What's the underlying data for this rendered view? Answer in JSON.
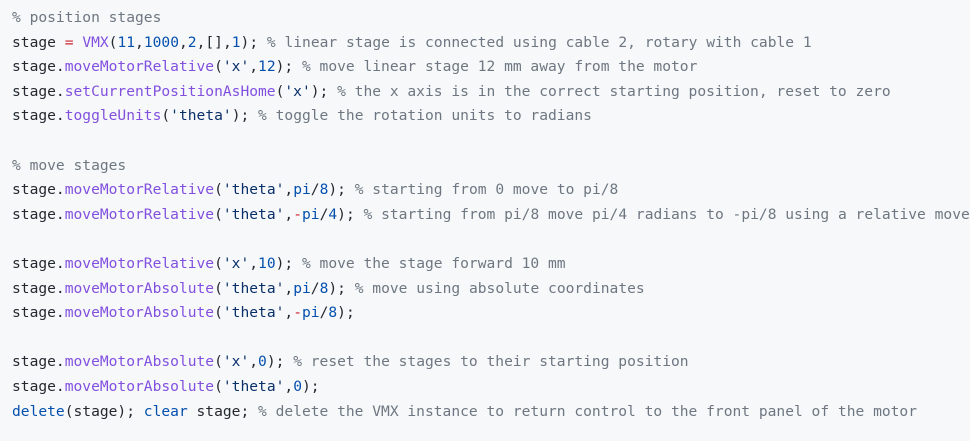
{
  "colors": {
    "background": "#f6f8fa",
    "default": "#24292f",
    "comment": "#6e7781",
    "function": "#8250df",
    "keyword": "#0550ae",
    "string": "#0a3069",
    "number": "#0550ae",
    "operator": "#cf222e"
  },
  "code_lines": [
    [
      {
        "t": "comment",
        "v": "% position stages"
      }
    ],
    [
      {
        "t": "default",
        "v": "stage "
      },
      {
        "t": "operator",
        "v": "="
      },
      {
        "t": "default",
        "v": " "
      },
      {
        "t": "function",
        "v": "VMX"
      },
      {
        "t": "default",
        "v": "("
      },
      {
        "t": "number",
        "v": "11"
      },
      {
        "t": "default",
        "v": ","
      },
      {
        "t": "number",
        "v": "1000"
      },
      {
        "t": "default",
        "v": ","
      },
      {
        "t": "number",
        "v": "2"
      },
      {
        "t": "default",
        "v": ",[],"
      },
      {
        "t": "number",
        "v": "1"
      },
      {
        "t": "default",
        "v": "); "
      },
      {
        "t": "comment",
        "v": "% linear stage is connected using cable 2, rotary with cable 1"
      }
    ],
    [
      {
        "t": "default",
        "v": "stage."
      },
      {
        "t": "function",
        "v": "moveMotorRelative"
      },
      {
        "t": "default",
        "v": "("
      },
      {
        "t": "string",
        "v": "'x'"
      },
      {
        "t": "default",
        "v": ","
      },
      {
        "t": "number",
        "v": "12"
      },
      {
        "t": "default",
        "v": "); "
      },
      {
        "t": "comment",
        "v": "% move linear stage 12 mm away from the motor"
      }
    ],
    [
      {
        "t": "default",
        "v": "stage."
      },
      {
        "t": "function",
        "v": "setCurrentPositionAsHome"
      },
      {
        "t": "default",
        "v": "("
      },
      {
        "t": "string",
        "v": "'x'"
      },
      {
        "t": "default",
        "v": "); "
      },
      {
        "t": "comment",
        "v": "% the x axis is in the correct starting position, reset to zero"
      }
    ],
    [
      {
        "t": "default",
        "v": "stage."
      },
      {
        "t": "function",
        "v": "toggleUnits"
      },
      {
        "t": "default",
        "v": "("
      },
      {
        "t": "string",
        "v": "'theta'"
      },
      {
        "t": "default",
        "v": "); "
      },
      {
        "t": "comment",
        "v": "% toggle the rotation units to radians"
      }
    ],
    [],
    [
      {
        "t": "comment",
        "v": "% move stages"
      }
    ],
    [
      {
        "t": "default",
        "v": "stage."
      },
      {
        "t": "function",
        "v": "moveMotorRelative"
      },
      {
        "t": "default",
        "v": "("
      },
      {
        "t": "string",
        "v": "'theta'"
      },
      {
        "t": "default",
        "v": ","
      },
      {
        "t": "keyword",
        "v": "pi"
      },
      {
        "t": "default",
        "v": "/"
      },
      {
        "t": "number",
        "v": "8"
      },
      {
        "t": "default",
        "v": "); "
      },
      {
        "t": "comment",
        "v": "% starting from 0 move to pi/8"
      }
    ],
    [
      {
        "t": "default",
        "v": "stage."
      },
      {
        "t": "function",
        "v": "moveMotorRelative"
      },
      {
        "t": "default",
        "v": "("
      },
      {
        "t": "string",
        "v": "'theta'"
      },
      {
        "t": "default",
        "v": ","
      },
      {
        "t": "operator",
        "v": "-"
      },
      {
        "t": "keyword",
        "v": "pi"
      },
      {
        "t": "default",
        "v": "/"
      },
      {
        "t": "number",
        "v": "4"
      },
      {
        "t": "default",
        "v": "); "
      },
      {
        "t": "comment",
        "v": "% starting from pi/8 move pi/4 radians to -pi/8 using a relative move"
      }
    ],
    [],
    [
      {
        "t": "default",
        "v": "stage."
      },
      {
        "t": "function",
        "v": "moveMotorRelative"
      },
      {
        "t": "default",
        "v": "("
      },
      {
        "t": "string",
        "v": "'x'"
      },
      {
        "t": "default",
        "v": ","
      },
      {
        "t": "number",
        "v": "10"
      },
      {
        "t": "default",
        "v": "); "
      },
      {
        "t": "comment",
        "v": "% move the stage forward 10 mm"
      }
    ],
    [
      {
        "t": "default",
        "v": "stage."
      },
      {
        "t": "function",
        "v": "moveMotorAbsolute"
      },
      {
        "t": "default",
        "v": "("
      },
      {
        "t": "string",
        "v": "'theta'"
      },
      {
        "t": "default",
        "v": ","
      },
      {
        "t": "keyword",
        "v": "pi"
      },
      {
        "t": "default",
        "v": "/"
      },
      {
        "t": "number",
        "v": "8"
      },
      {
        "t": "default",
        "v": "); "
      },
      {
        "t": "comment",
        "v": "% move using absolute coordinates"
      }
    ],
    [
      {
        "t": "default",
        "v": "stage."
      },
      {
        "t": "function",
        "v": "moveMotorAbsolute"
      },
      {
        "t": "default",
        "v": "("
      },
      {
        "t": "string",
        "v": "'theta'"
      },
      {
        "t": "default",
        "v": ","
      },
      {
        "t": "operator",
        "v": "-"
      },
      {
        "t": "keyword",
        "v": "pi"
      },
      {
        "t": "default",
        "v": "/"
      },
      {
        "t": "number",
        "v": "8"
      },
      {
        "t": "default",
        "v": ");"
      }
    ],
    [],
    [
      {
        "t": "default",
        "v": "stage."
      },
      {
        "t": "function",
        "v": "moveMotorAbsolute"
      },
      {
        "t": "default",
        "v": "("
      },
      {
        "t": "string",
        "v": "'x'"
      },
      {
        "t": "default",
        "v": ","
      },
      {
        "t": "number",
        "v": "0"
      },
      {
        "t": "default",
        "v": "); "
      },
      {
        "t": "comment",
        "v": "% reset the stages to their starting position"
      }
    ],
    [
      {
        "t": "default",
        "v": "stage."
      },
      {
        "t": "function",
        "v": "moveMotorAbsolute"
      },
      {
        "t": "default",
        "v": "("
      },
      {
        "t": "string",
        "v": "'theta'"
      },
      {
        "t": "default",
        "v": ","
      },
      {
        "t": "number",
        "v": "0"
      },
      {
        "t": "default",
        "v": ");"
      }
    ],
    [
      {
        "t": "keyword",
        "v": "delete"
      },
      {
        "t": "default",
        "v": "(stage); "
      },
      {
        "t": "keyword",
        "v": "clear"
      },
      {
        "t": "default",
        "v": " stage; "
      },
      {
        "t": "comment",
        "v": "% delete the VMX instance to return control to the front panel of the motor"
      }
    ]
  ]
}
